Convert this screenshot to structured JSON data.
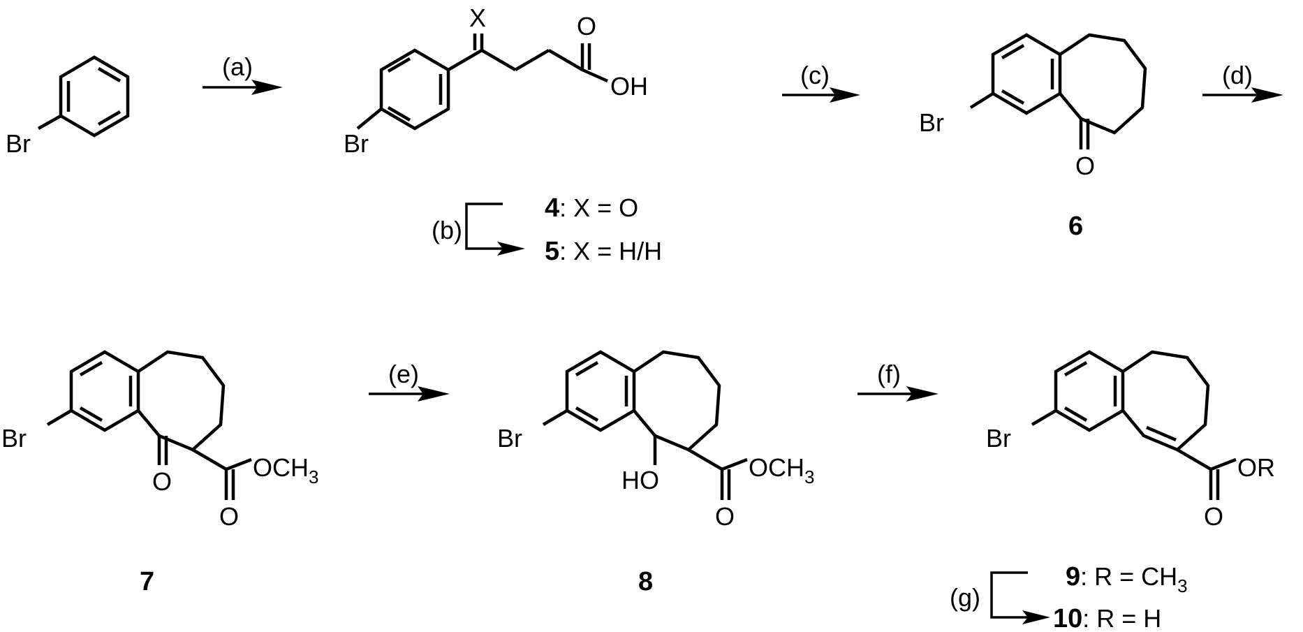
{
  "scheme": {
    "reagent_steps": [
      {
        "key": "a",
        "label": "(a)"
      },
      {
        "key": "b",
        "label": "(b)"
      },
      {
        "key": "c",
        "label": "(c)"
      },
      {
        "key": "d",
        "label": "(d)"
      },
      {
        "key": "e",
        "label": "(e)"
      },
      {
        "key": "f",
        "label": "(f)"
      },
      {
        "key": "g",
        "label": "(g)"
      }
    ],
    "atom_labels": {
      "br": "Br",
      "x": "X",
      "o": "O",
      "oh": "OH",
      "ho": "HO",
      "och3_main": "OCH",
      "och3_sub": "3",
      "or": "OR"
    },
    "compounds": [
      {
        "number": "4",
        "suffix": ": X = O"
      },
      {
        "number": "5",
        "suffix": ": X = H/H"
      },
      {
        "number": "6",
        "suffix": ""
      },
      {
        "number": "7",
        "suffix": ""
      },
      {
        "number": "8",
        "suffix": ""
      },
      {
        "number": "9",
        "suffix_main": ": R = CH",
        "suffix_sub": "3"
      },
      {
        "number": "10",
        "suffix": ": R = H"
      }
    ]
  }
}
